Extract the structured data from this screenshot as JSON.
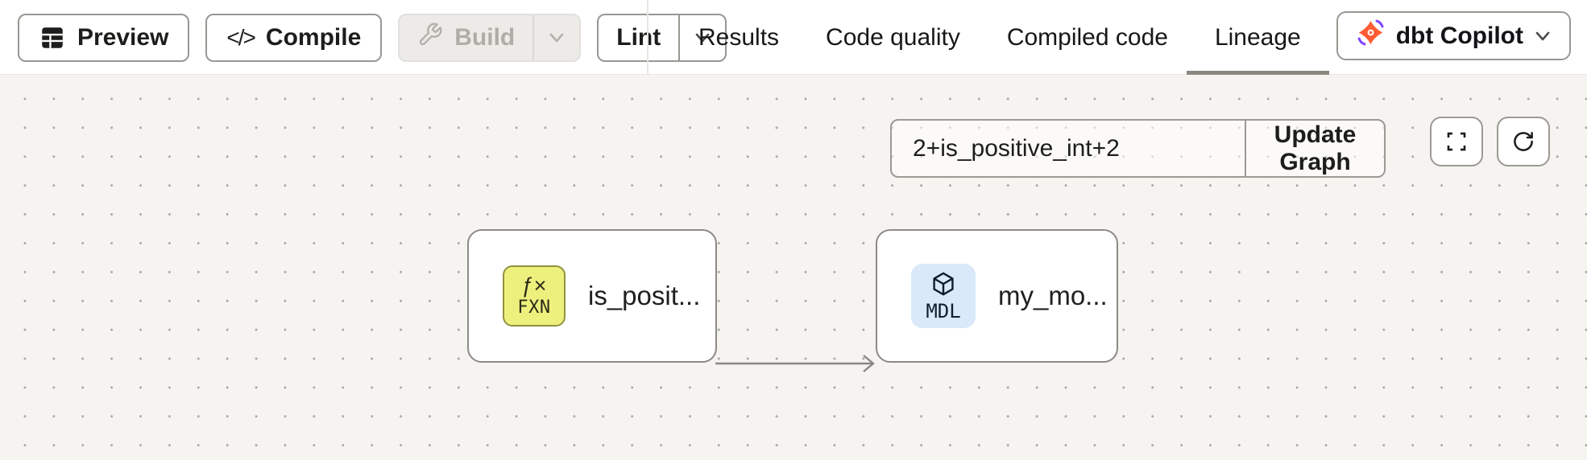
{
  "header": {
    "toolbar": {
      "preview": "Preview",
      "compile": "Compile",
      "build": "Build",
      "lint": "Lint",
      "compile_icon_glyph": "</>"
    },
    "tabs": {
      "results": "Results",
      "code_quality": "Code quality",
      "compiled_code": "Compiled code",
      "lineage": "Lineage",
      "active_tab": "Lineage"
    },
    "copilot_button": "dbt Copilot"
  },
  "lineage_panel": {
    "selector_input_value": "2+is_positive_int+2",
    "update_graph_button": "Update Graph",
    "nodes": [
      {
        "type": "function",
        "badge_glyph": "ƒ×",
        "badge_code": "FXN",
        "label": "is_posit...",
        "badge_bg": "#edf07d",
        "badge_border": "#90923e"
      },
      {
        "type": "model",
        "badge_code": "MDL",
        "label": "my_mo...",
        "badge_bg": "#d9e9f9"
      }
    ],
    "edge": {
      "from": "is_posit...",
      "to": "my_mo..."
    }
  },
  "icons": {
    "preview": "table-icon",
    "compile": "code-icon",
    "build": "wrench-icon",
    "copilot": "dbt-logo-icon",
    "controls": [
      "fullscreen-icon",
      "refresh-icon"
    ]
  },
  "colors": {
    "canvas_bg": "#f5f4f1",
    "canvas_dot": "#a8a6a2",
    "active_tab_underline": "#8c8881",
    "node_border": "#8d8a86",
    "edge": "#8a8784",
    "dbt_orange": "#ff5c35",
    "dbt_purple": "#8145ff",
    "disabled_button_bg": "#edebe8",
    "disabled_button_text": "#b0ada7"
  }
}
